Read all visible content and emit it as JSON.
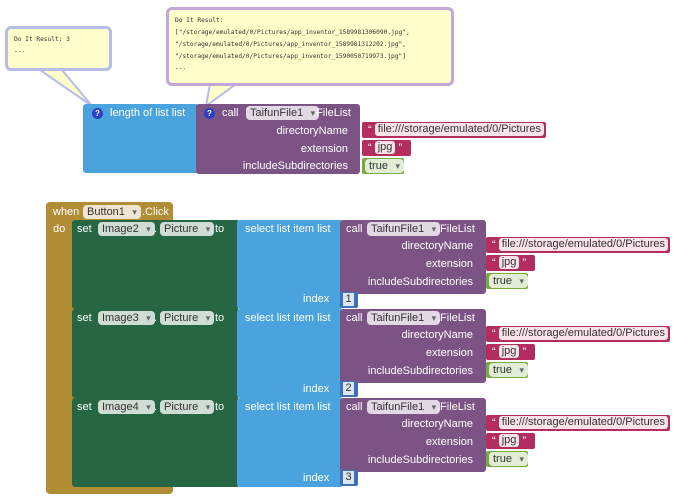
{
  "annotations": {
    "left": "Do It Result: 3\n---",
    "right": "Do It Result:\n[\"/storage/emulated/0/Pictures/app_inventor_1589981306090.jpg\",\n\"/storage/emulated/0/Pictures/app_inventor_1589981312202.jpg\",\n\"/storage/emulated/0/Pictures/app_inventor_1590050719973.jpg\"]\n---"
  },
  "top": {
    "length_label": "length of list  list",
    "call": "call",
    "component": "TaifunFile1",
    "method": ".FileList",
    "directory_label": "directoryName",
    "directory_value": "file:///storage/emulated/0/Pictures",
    "extension_label": "extension",
    "extension_value": "jpg",
    "subdirs_label": "includeSubdirectories",
    "subdirs_value": "true"
  },
  "event": {
    "when": "when",
    "component": "Button1",
    "event_name": ".Click",
    "do": "do"
  },
  "rows": [
    {
      "set": "set",
      "component": "Image2",
      "dot": ".",
      "property": "Picture",
      "to": "to",
      "select": "select list item  list",
      "call": "call",
      "file_component": "TaifunFile1",
      "method": ".FileList",
      "directory_label": "directoryName",
      "directory_value": "file:///storage/emulated/0/Pictures",
      "extension_label": "extension",
      "extension_value": "jpg",
      "subdirs_label": "includeSubdirectories",
      "subdirs_value": "true",
      "index_label": "index",
      "index_value": "1"
    },
    {
      "set": "set",
      "component": "Image3",
      "dot": ".",
      "property": "Picture",
      "to": "to",
      "select": "select list item  list",
      "call": "call",
      "file_component": "TaifunFile1",
      "method": ".FileList",
      "directory_label": "directoryName",
      "directory_value": "file:///storage/emulated/0/Pictures",
      "extension_label": "extension",
      "extension_value": "jpg",
      "subdirs_label": "includeSubdirectories",
      "subdirs_value": "true",
      "index_label": "index",
      "index_value": "2"
    },
    {
      "set": "set",
      "component": "Image4",
      "dot": ".",
      "property": "Picture",
      "to": "to",
      "select": "select list item  list",
      "call": "call",
      "file_component": "TaifunFile1",
      "method": ".FileList",
      "directory_label": "directoryName",
      "directory_value": "file:///storage/emulated/0/Pictures",
      "extension_label": "extension",
      "extension_value": "jpg",
      "subdirs_label": "includeSubdirectories",
      "subdirs_value": "true",
      "index_label": "index",
      "index_value": "3"
    }
  ],
  "colors": {
    "list_block": "#4aa3dc",
    "component_block": "#7c5385",
    "text_block": "#b32d5e",
    "logic_block": "#77ab41",
    "event_block": "#b18e35",
    "setter_block": "#266643",
    "math_block": "#3f71b5",
    "comment_bg": "#fefeca",
    "comment_border": "#b7bce8"
  },
  "icons": {
    "help": "question-icon",
    "dropdown": "chevron-down-icon"
  }
}
